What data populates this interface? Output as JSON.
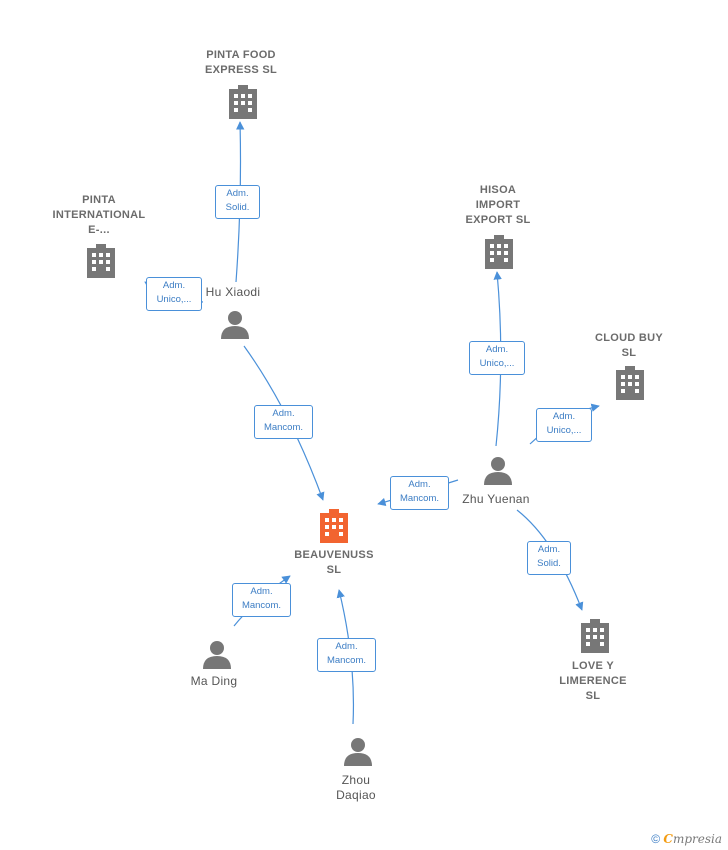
{
  "nodes": {
    "pinta_food": {
      "lines": [
        "PINTA FOOD",
        "EXPRESS  SL"
      ]
    },
    "pinta_intl": {
      "lines": [
        "PINTA",
        "INTERNATIONAL",
        "E-..."
      ]
    },
    "hisoa": {
      "lines": [
        "HISOA",
        "IMPORT",
        "EXPORT  SL"
      ]
    },
    "cloud_buy": {
      "lines": [
        "CLOUD BUY",
        "SL"
      ]
    },
    "beauvenuss": {
      "lines": [
        "BEAUVENUSS",
        "SL"
      ]
    },
    "love_y": {
      "lines": [
        "LOVE Y",
        "LIMERENCE",
        "SL"
      ]
    },
    "hu_xiaodi": {
      "lines": [
        "Hu Xiaodi"
      ]
    },
    "zhu_yuenan": {
      "lines": [
        "Zhu Yuenan"
      ]
    },
    "ma_ding": {
      "lines": [
        "Ma Ding"
      ]
    },
    "zhou_daqiao": {
      "lines": [
        "Zhou",
        "Daqiao"
      ]
    }
  },
  "edges": {
    "hu_pinta_food": {
      "lines": [
        "Adm.",
        "Solid."
      ]
    },
    "hu_pinta_intl": {
      "lines": [
        "Adm.",
        "Unico,..."
      ]
    },
    "hu_beauvenuss": {
      "lines": [
        "Adm.",
        "Mancom."
      ]
    },
    "zhu_hisoa": {
      "lines": [
        "Adm.",
        "Unico,..."
      ]
    },
    "zhu_cloud": {
      "lines": [
        "Adm.",
        "Unico,..."
      ]
    },
    "zhu_beauvenuss": {
      "lines": [
        "Adm.",
        "Mancom."
      ]
    },
    "zhu_love": {
      "lines": [
        "Adm.",
        "Solid."
      ]
    },
    "ma_beauvenuss": {
      "lines": [
        "Adm.",
        "Mancom."
      ]
    },
    "zhou_beauvenuss": {
      "lines": [
        "Adm.",
        "Mancom."
      ]
    }
  },
  "colors": {
    "edge": "#4a90d9",
    "company": "#777777",
    "focus": "#f26430",
    "person": "#777777"
  },
  "footer": {
    "copyright": "©",
    "brand_first": "C",
    "brand_rest": "mpresia"
  }
}
